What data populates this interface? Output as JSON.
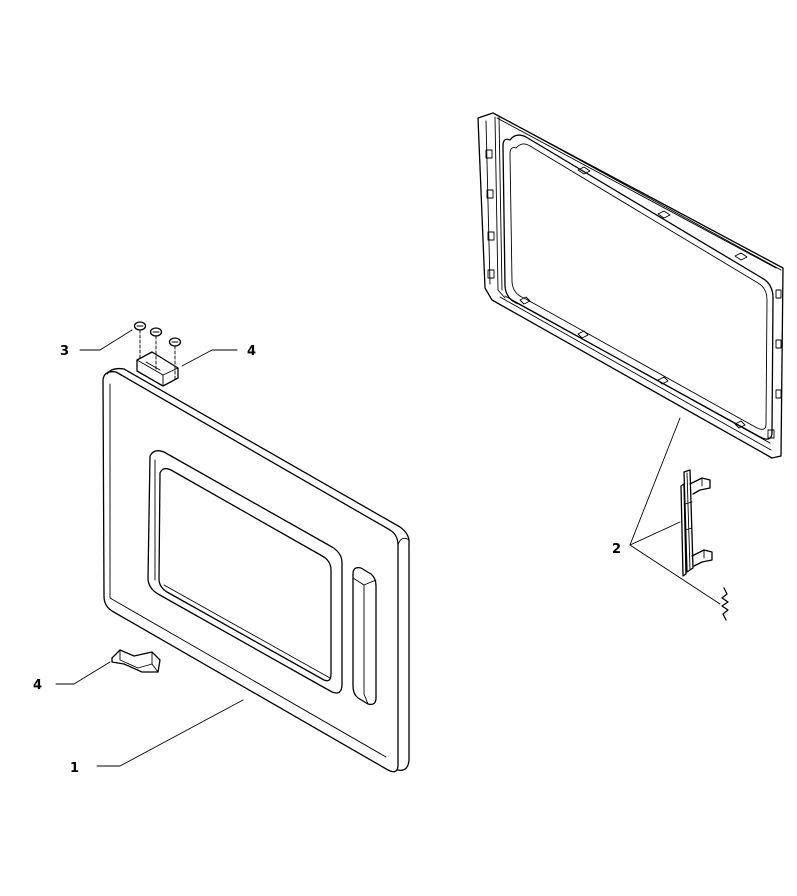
{
  "callouts": [
    {
      "id": "1",
      "label": "1",
      "part": "door-panel"
    },
    {
      "id": "2",
      "label": "2",
      "part": "latch-assembly"
    },
    {
      "id": "3",
      "label": "3",
      "part": "screws"
    },
    {
      "id": "4a",
      "label": "4",
      "part": "upper-hinge-bracket"
    },
    {
      "id": "4b",
      "label": "4",
      "part": "lower-hinge-bracket"
    }
  ]
}
